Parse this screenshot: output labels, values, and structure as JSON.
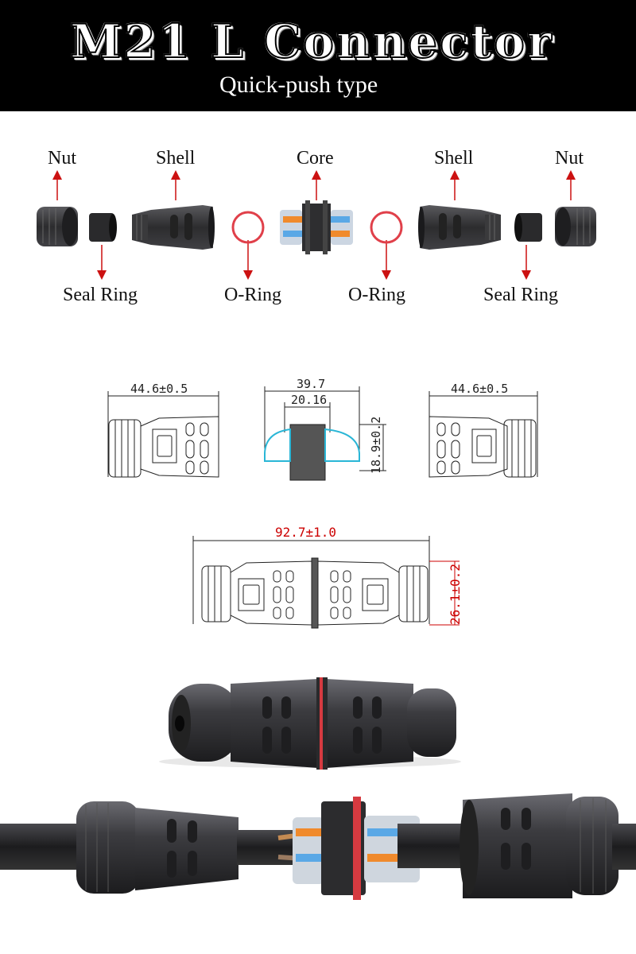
{
  "header": {
    "title": "M21 L Connector",
    "subtitle": "Quick-push type"
  },
  "parts": {
    "top_labels": [
      "Nut",
      "Shell",
      "Core",
      "Shell",
      "Nut"
    ],
    "bottom_labels": [
      "Seal Ring",
      "O-Ring",
      "O-Ring",
      "Seal Ring"
    ]
  },
  "dimensions": {
    "shell_left_length": "44.6±0.5",
    "core_length": "39.7",
    "core_inner": "20.16",
    "core_height": "18.9±0.2",
    "shell_right_length": "44.6±0.5",
    "total_length": "92.7±1.0",
    "total_height": "26.1±0.2"
  },
  "colors": {
    "header_bg": "#000000",
    "connector": "#3a3a3c",
    "arrow": "#cc1111",
    "oring": "#e0404a",
    "core_orange": "#f08a2c",
    "core_blue": "#5aa8e6",
    "drawing_cyan": "#2ab6d6"
  }
}
